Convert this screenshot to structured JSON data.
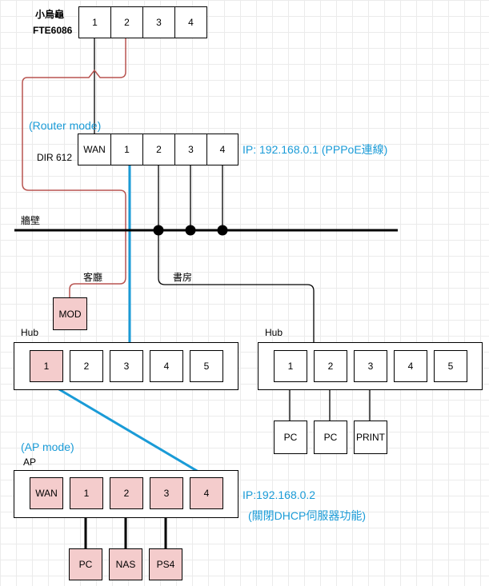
{
  "colors": {
    "line": "#000000",
    "red_cable": "#b85450",
    "blue_cable": "#1a9bd7",
    "port_pink": "#f4cccc",
    "text_blue": "#1a9bd7"
  },
  "top_device": {
    "name": "小烏龜",
    "model": "FTE6086",
    "ports": [
      "1",
      "2",
      "3",
      "4"
    ]
  },
  "router": {
    "mode": "(Router mode)",
    "name": "DIR 612",
    "ports": [
      "WAN",
      "1",
      "2",
      "3",
      "4"
    ],
    "ip": "IP: 192.168.0.1 (PPPoE連線)"
  },
  "wall_label": "牆壁",
  "living_room_label": "客廳",
  "study_label": "書房",
  "mod_label": "MOD",
  "hub_left": {
    "title": "Hub",
    "ports": [
      "1",
      "2",
      "3",
      "4",
      "5"
    ]
  },
  "hub_right": {
    "title": "Hub",
    "ports": [
      "1",
      "2",
      "3",
      "4",
      "5"
    ]
  },
  "hub_right_devices": [
    "PC",
    "PC",
    "PRINT"
  ],
  "ap": {
    "mode": "(AP mode)",
    "title": "AP",
    "ports": [
      "WAN",
      "1",
      "2",
      "3",
      "4"
    ],
    "ip": "IP:192.168.0.2",
    "note": "(關閉DHCP伺服器功能)"
  },
  "ap_devices": [
    "PC",
    "NAS",
    "PS4"
  ]
}
